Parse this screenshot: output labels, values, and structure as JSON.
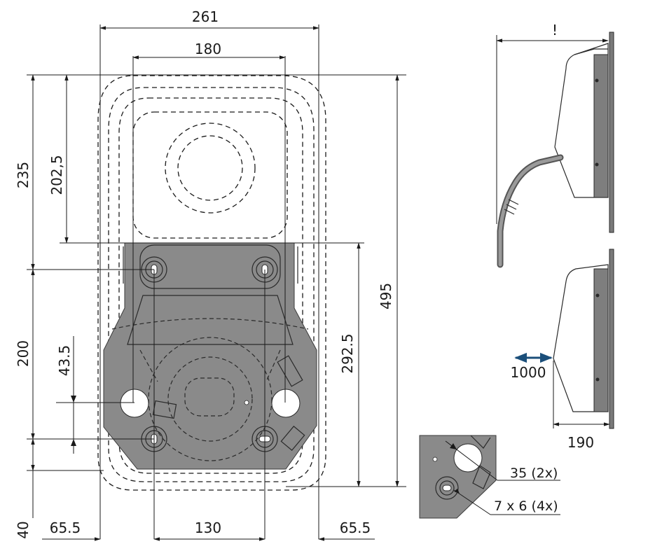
{
  "drawing": {
    "dims": {
      "top_width": "261",
      "inner_width": "180",
      "left_height": "235",
      "left_inner_height": "202,5",
      "mid_height": "200",
      "small_height": "43.5",
      "bottom_offset": "40",
      "bottom_left": "65.5",
      "bottom_center": "130",
      "bottom_right": "65.5",
      "right_inner_height": "292.5",
      "right_height": "495"
    },
    "side_view": {
      "clearance_label": "!",
      "spacing_label": "1000",
      "depth_label": "190",
      "arrow_color": "#1b4f7a"
    },
    "detail": {
      "hole_label": "35 (2x)",
      "slot_label": "7 x 6 (4x)"
    }
  }
}
